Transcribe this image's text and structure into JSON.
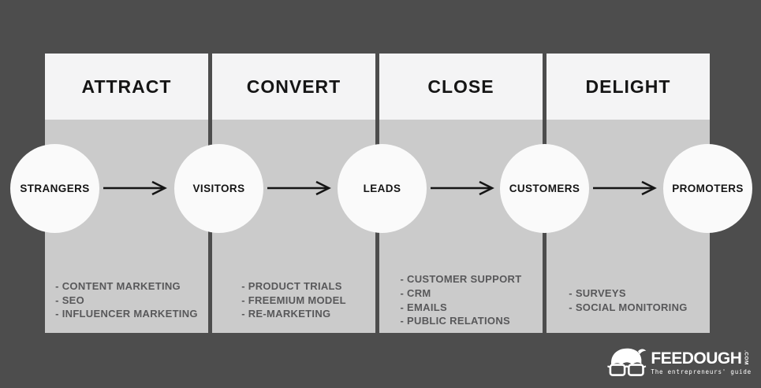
{
  "colors": {
    "bg": "#4d4d4d",
    "header-bg": "#f4f4f5",
    "body-bg": "#cbcbcb",
    "circle-bg": "#fafafa",
    "ink": "#151515",
    "tactic-ink": "#58585a",
    "logo-ink": "#ffffff"
  },
  "funnel": {
    "stages": [
      {
        "title": "ATTRACT",
        "tactics": [
          "- CONTENT MARKETING",
          "- SEO",
          "- INFLUENCER MARKETING"
        ]
      },
      {
        "title": "CONVERT",
        "tactics": [
          "- PRODUCT TRIALS",
          "- FREEMIUM MODEL",
          "- RE-MARKETING"
        ]
      },
      {
        "title": "CLOSE",
        "tactics": [
          "- CUSTOMER SUPPORT",
          "- CRM",
          "- EMAILS",
          "- PUBLIC RELATIONS"
        ]
      },
      {
        "title": "DELIGHT",
        "tactics": [
          "- SURVEYS",
          "- SOCIAL MONITORING"
        ]
      }
    ],
    "actors": [
      "STRANGERS",
      "VISITORS",
      "LEADS",
      "CUSTOMERS",
      "PROMOTERS"
    ]
  },
  "logo": {
    "brand": "FEEDOUGH",
    "tld": ".COM",
    "tagline": "The entrepreneurs' guide"
  }
}
